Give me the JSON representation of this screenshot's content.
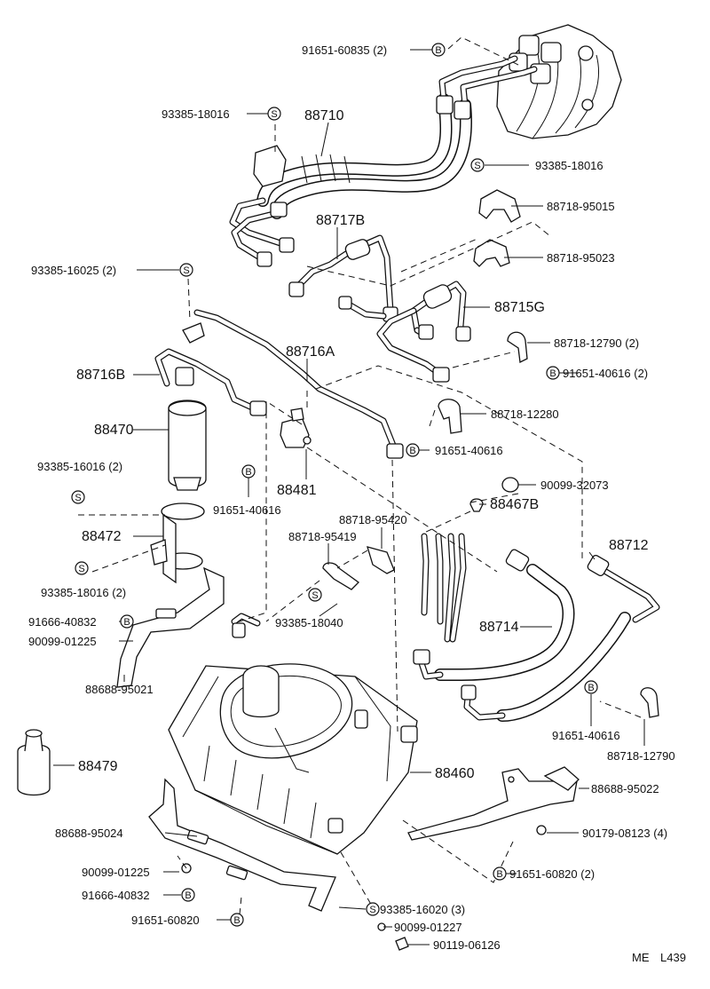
{
  "symbols": {
    "S": "S",
    "B": "B"
  },
  "labels": {
    "bolt_91651_60835": "91651-60835 (2)",
    "screw_93385_18016_top": "93385-18016",
    "hose_88710": "88710",
    "screw_93385_18016_right": "93385-18016",
    "clamp_88718_95015": "88718-95015",
    "pipe_88717B": "88717B",
    "clamp_88718_95023": "88718-95023",
    "screw_93385_16025": "93385-16025 (2)",
    "pipe_88715G": "88715G",
    "clamp_88718_12790_2": "88718-12790 (2)",
    "pipe_88716A": "88716A",
    "pipe_88716B": "88716B",
    "bolt_91651_40616_2": "91651-40616 (2)",
    "clamp_88718_12280": "88718-12280",
    "receiver_88470": "88470",
    "bolt_91651_40616_a": "91651-40616",
    "screw_93385_16016": "93385-16016 (2)",
    "switch_88481": "88481",
    "grommet_90099_32073": "90099-32073",
    "bolt_91651_40616_b": "91651-40616",
    "plug_88467B": "88467B",
    "clamp_88718_95420": "88718-95420",
    "bracket_88472": "88472",
    "clamp_88718_95419": "88718-95419",
    "hose_88712": "88712",
    "screw_93385_18016_2": "93385-18016 (2)",
    "screw_93385_18040": "93385-18040",
    "bolt_91666_40832_a": "91666-40832",
    "hose_88714": "88714",
    "washer_90099_01225_a": "90099-01225",
    "bracket_88688_95021": "88688-95021",
    "bolt_91651_40616_c": "91651-40616",
    "clamp_88718_12790": "88718-12790",
    "cover_88479": "88479",
    "unit_88460": "88460",
    "bracket_88688_95022": "88688-95022",
    "bracket_88688_95024": "88688-95024",
    "nut_90179_08123": "90179-08123 (4)",
    "washer_90099_01225_b": "90099-01225",
    "bolt_91651_60820_2": "91651-60820 (2)",
    "bolt_91666_40832_b": "91666-40832",
    "bolt_91651_60820": "91651-60820",
    "screw_93385_16020": "93385-16020 (3)",
    "washer_90099_01227": "90099-01227",
    "bolt_90119_06126": "90119-06126",
    "footer_code": "ME",
    "footer_page": "L439"
  }
}
